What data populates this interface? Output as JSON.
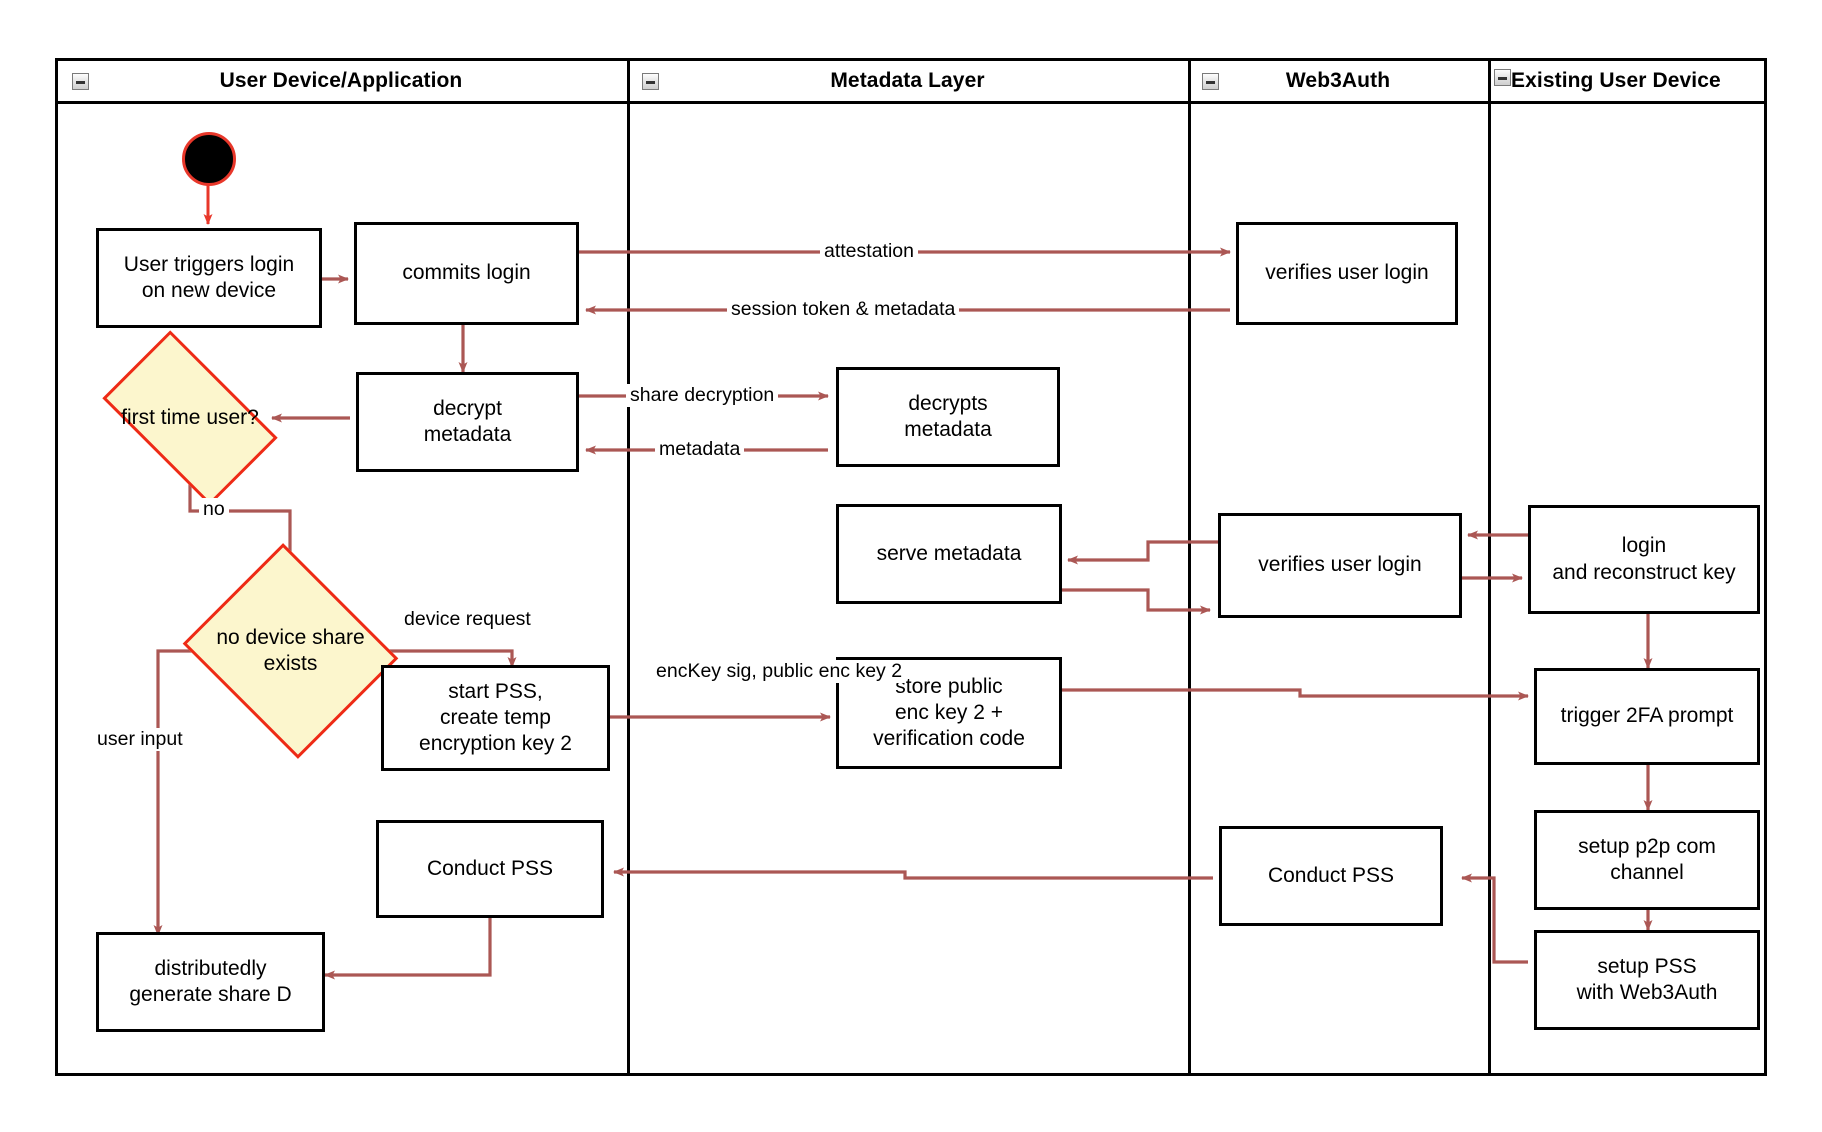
{
  "diagram": {
    "type": "swimlane-activity-diagram",
    "lanes": [
      {
        "id": "user-device",
        "title": "User Device/Application"
      },
      {
        "id": "metadata-layer",
        "title": "Metadata Layer"
      },
      {
        "id": "web3auth",
        "title": "Web3Auth"
      },
      {
        "id": "existing-device",
        "title": "Existing User Device"
      }
    ],
    "colors": {
      "arrow": "#ab5754",
      "start_ring": "#e8372a",
      "decision_fill": "#fcf6cd",
      "decision_border": "#ee2a16",
      "node_border": "#000000",
      "background": "#ffffff"
    },
    "nodes": [
      {
        "id": "start",
        "lane": "user-device",
        "shape": "start",
        "label": ""
      },
      {
        "id": "user-triggers-login",
        "lane": "user-device",
        "shape": "rect",
        "line1": "User triggers login",
        "line2": "on new device"
      },
      {
        "id": "commits-login",
        "lane": "user-device",
        "shape": "rect",
        "line1": "commits login"
      },
      {
        "id": "verifies-user-login-1",
        "lane": "web3auth",
        "shape": "rect",
        "line1": "verifies user login"
      },
      {
        "id": "first-time-user",
        "lane": "user-device",
        "shape": "diamond",
        "line1": "first time",
        "line2": "user?"
      },
      {
        "id": "decrypt-metadata",
        "lane": "user-device",
        "shape": "rect",
        "line1": "decrypt",
        "line2": "metadata"
      },
      {
        "id": "decrypts-metadata",
        "lane": "metadata-layer",
        "shape": "rect",
        "line1": "decrypts",
        "line2": "metadata"
      },
      {
        "id": "serve-metadata",
        "lane": "metadata-layer",
        "shape": "rect",
        "line1": "serve metadata"
      },
      {
        "id": "verifies-user-login-2",
        "lane": "web3auth",
        "shape": "rect",
        "line1": "verifies user login"
      },
      {
        "id": "login-reconstruct-key",
        "lane": "existing-device",
        "shape": "rect",
        "line1": "login",
        "line2": "and reconstruct key"
      },
      {
        "id": "no-device-share-exists",
        "lane": "user-device",
        "shape": "diamond",
        "line1": "no device",
        "line2": "share exists"
      },
      {
        "id": "start-pss",
        "lane": "user-device",
        "shape": "rect",
        "line1": "start PSS,",
        "line2": "create temp",
        "line3": "encryption key 2"
      },
      {
        "id": "store-public-enc-key",
        "lane": "metadata-layer",
        "shape": "rect",
        "line1": "store public",
        "line2": "enc key 2 +",
        "line3": "verification code"
      },
      {
        "id": "trigger-2fa-prompt",
        "lane": "existing-device",
        "shape": "rect",
        "line1": "trigger 2FA prompt"
      },
      {
        "id": "setup-p2p",
        "lane": "existing-device",
        "shape": "rect",
        "line1": "setup p2p com",
        "line2": "channel"
      },
      {
        "id": "conduct-pss-user",
        "lane": "user-device",
        "shape": "rect",
        "line1": "Conduct PSS"
      },
      {
        "id": "conduct-pss-web3auth",
        "lane": "web3auth",
        "shape": "rect",
        "line1": "Conduct PSS"
      },
      {
        "id": "setup-pss-web3auth",
        "lane": "existing-device",
        "shape": "rect",
        "line1": "setup PSS",
        "line2": "with Web3Auth"
      },
      {
        "id": "distributedly-generate-share-d",
        "lane": "user-device",
        "shape": "rect",
        "line1": "distributedly",
        "line2": "generate share D"
      }
    ],
    "edge_labels": {
      "attestation": "attestation",
      "session_token": "session token & metadata",
      "share_decryption": "share decryption",
      "metadata": "metadata",
      "no": "no",
      "device_request": "device request",
      "enc_key_line1": "encKey sig,",
      "enc_key_line2": "public enc key 2",
      "user_input": "user input"
    }
  }
}
